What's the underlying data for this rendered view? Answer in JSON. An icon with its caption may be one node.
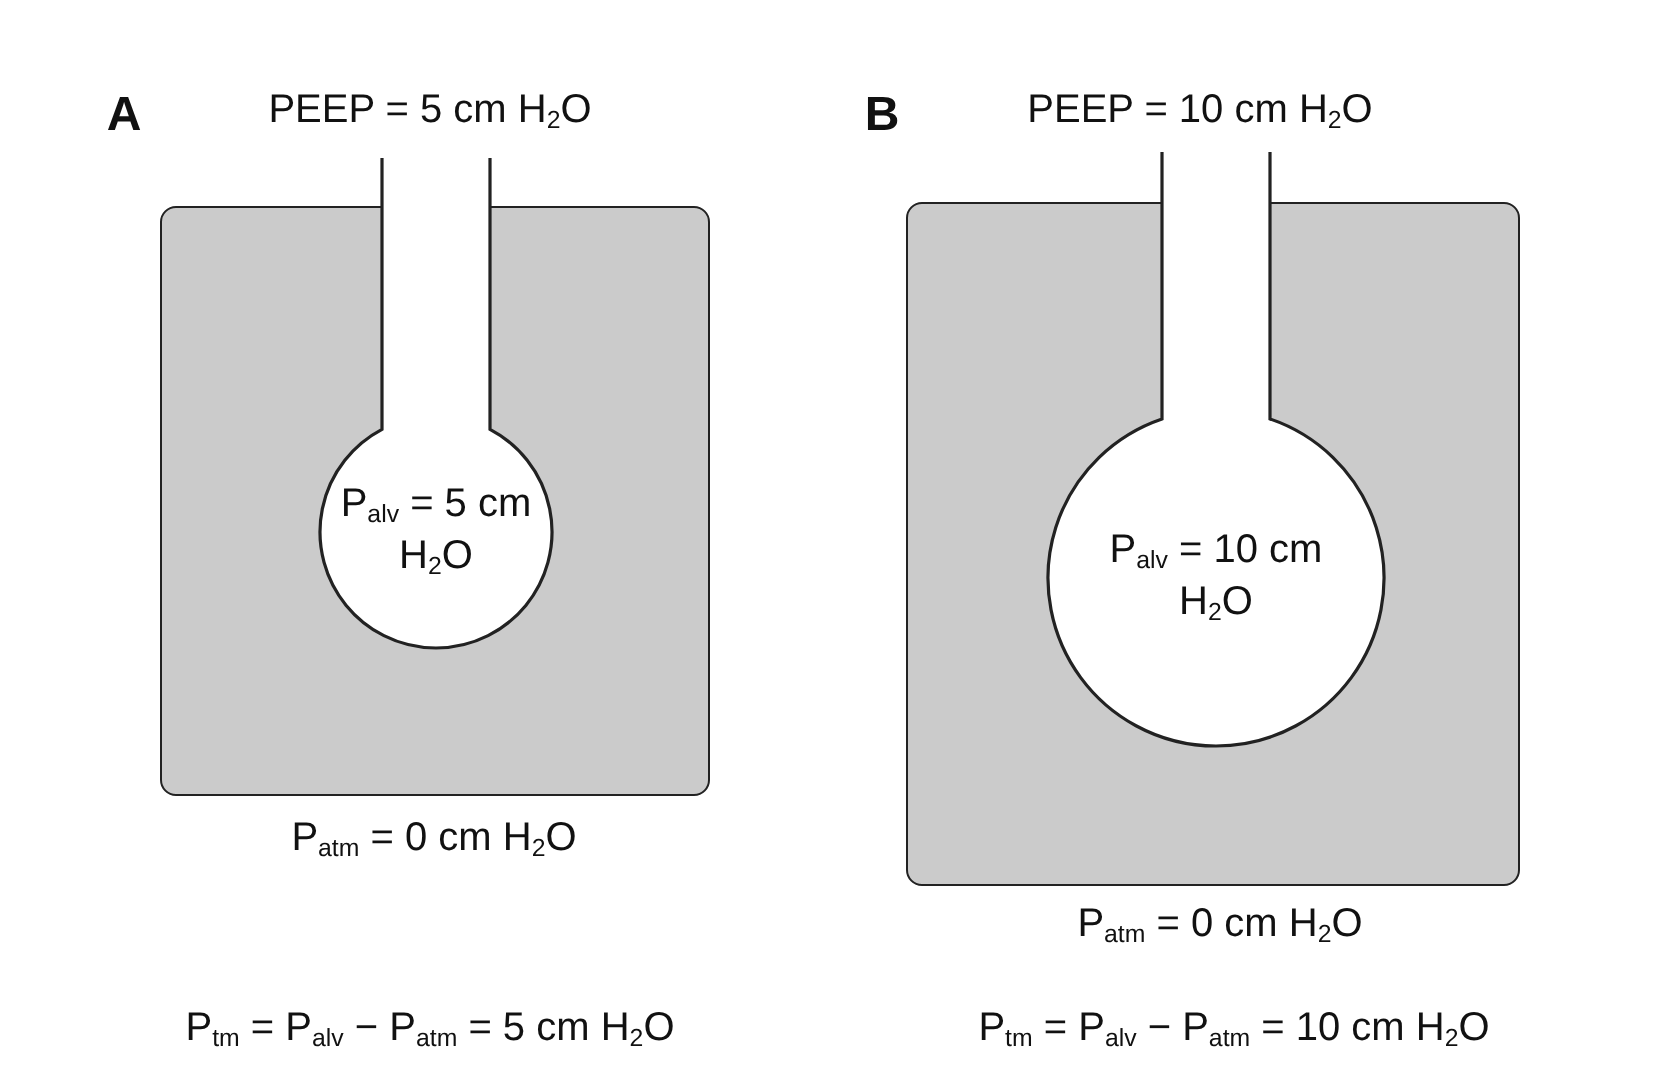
{
  "diagram": {
    "nodes": [
      {
        "text": [],
        "shape": "box",
        "beside": [
          "P$_{atm}$ = 0 cm H$_{2}$O"
        ]
      },
      {
        "text": [
          "P$_{alv}$ = 5 cm H$_{2}$O"
        ],
        "in": 0
      },
      {
        "text": [],
        "shape": "box",
        "beside": [
          "P$_{atm}$ = 0 cm H$_{2}$O"
        ]
      },
      {
        "text": [
          "P$_{alv}$ = 10 cm H$_{2}$O"
        ],
        "in": 2
      }
    ],
    "labels": [
      "A",
      "PEEP = 5 cm H$_{2}$O",
      "B",
      "PEEP = 10 cm H$_{2}$O",
      "P$_{tm}$ = P$_{alv}$ − P$_{atm}$ = 5 cm H$_{2}$O",
      "P$_{tm}$ = P$_{alv}$ − P$_{atm}$ = 10 cm H$_{2}$O"
    ]
  }
}
